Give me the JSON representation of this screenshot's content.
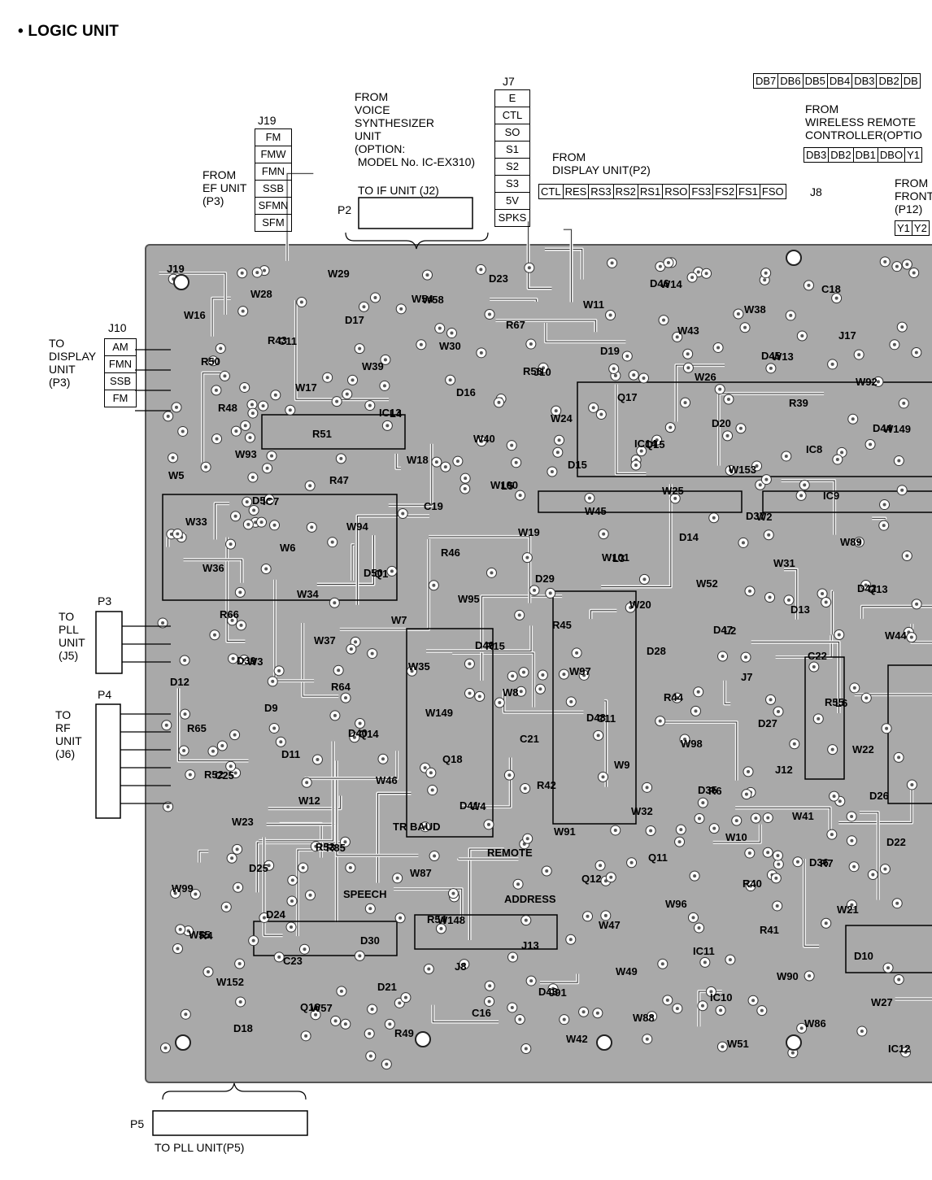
{
  "title": "• LOGIC UNIT",
  "j7": {
    "name": "J7",
    "pins": [
      "E",
      "CTL",
      "SO",
      "S1",
      "S2",
      "S3",
      "5V",
      "SPKS"
    ]
  },
  "j19": {
    "name": "J19",
    "pins": [
      "FM",
      "FMW",
      "FMN",
      "SSB",
      "SFMN",
      "SFM"
    ]
  },
  "j10": {
    "name": "J10",
    "pins": [
      "AM",
      "FMN",
      "SSB",
      "FM"
    ]
  },
  "j8_row": {
    "pins": [
      "CTL",
      "RES",
      "RS3",
      "RS2",
      "RS1",
      "RSO",
      "FS3",
      "FS2",
      "FS1",
      "FSO"
    ],
    "name": "J8"
  },
  "db_top": {
    "pins": [
      "DB7",
      "DB6",
      "DB5",
      "DB4",
      "DB3",
      "DB2",
      "DB"
    ]
  },
  "db_low": {
    "pins": [
      "DB3",
      "DB2",
      "DB1",
      "DBO",
      "Y1"
    ]
  },
  "y_row": {
    "pins": [
      "Y1",
      "Y2"
    ]
  },
  "labels": {
    "voice": "FROM\nVOICE\nSYNTHESIZER\nUNIT\n(OPTION:\n MODEL No. IC-EX310)",
    "ef": "FROM\nEF UNIT\n(P3)",
    "display_from": "FROM\nDISPLAY UNIT(P2)",
    "wireless": "FROM\nWIRELESS REMOTE\nCONTROLLER(OPTIO",
    "front": "FROM\nFRONT\n(P12)",
    "to_if": "TO IF UNIT (J2)",
    "p2": "P2",
    "to_display": "TO\nDISPLAY\nUNIT\n(P3)",
    "p3": "P3",
    "to_pll": "TO\nPLL\nUNIT\n(J5)",
    "p4": "P4",
    "to_rf": "TO\nRF\nUNIT\n(J6)",
    "p5": "P5",
    "to_pll_p5": "TO PLL UNIT(P5)"
  },
  "board_refs": [
    "J19",
    "C11",
    "L4",
    "L5",
    "L3",
    "L2",
    "L6",
    "C25",
    "R85",
    "W148",
    "J91",
    "W14",
    "W13",
    "W149",
    "IC7",
    "Q1",
    "R15",
    "C11",
    "R6",
    "R7",
    "R4",
    "W57",
    "W58",
    "J10",
    "Q15",
    "W2",
    "Q13",
    "W3",
    "Q14",
    "W4",
    "Q12",
    "IC11",
    "W86",
    "W16",
    "W17",
    "W18",
    "W19",
    "W20",
    "J7",
    "W22",
    "W23",
    "SPEECH",
    "J8",
    "W42",
    "W43",
    "R39",
    "W5",
    "W6",
    "W7",
    "W8",
    "W9",
    "W10",
    "W21",
    "W152",
    "W29",
    "W30",
    "W24",
    "W25",
    "W31",
    "W44",
    "D9",
    "W46",
    "REMOTE",
    "W47",
    "IC10",
    "C18",
    "R50",
    "R51",
    "C19",
    "D29",
    "D28",
    "D27",
    "D26",
    "D25",
    "D30",
    "C16",
    "W11",
    "W26",
    "IC8",
    "W33",
    "W34",
    "W35",
    "C21",
    "W32",
    "R40",
    "D10",
    "D18",
    "D17",
    "D16",
    "D15",
    "D14",
    "D13",
    "D12",
    "D11",
    "TR BAUD",
    "ADDRESS",
    "W49",
    "W51",
    "J17",
    "R48",
    "R47",
    "R46",
    "R45",
    "R44",
    "J12",
    "D22",
    "D24",
    "D21",
    "D23",
    "D19",
    "D20",
    "IC9",
    "W36",
    "W37",
    "W149",
    "R42",
    "Q11",
    "R41",
    "W27",
    "W28",
    "W39",
    "W40",
    "W45",
    "W52",
    "C22",
    "R65",
    "W12",
    "W87",
    "J13",
    "W88",
    "W38",
    "W92",
    "W93",
    "W94",
    "W95",
    "W97",
    "W98",
    "W41",
    "W99",
    "C23",
    "R49",
    "R67",
    "Q17",
    "W153",
    "W89",
    "R66",
    "R64",
    "Q18",
    "W91",
    "W96",
    "W90",
    "IC12",
    "R43",
    "IC13",
    "W100",
    "W101",
    "D47",
    "R55",
    "R52",
    "R53",
    "R54",
    "D43",
    "D46",
    "D45",
    "D44",
    "D5",
    "D50",
    "D49",
    "D48",
    "D35",
    "D36",
    "W55",
    "Q16",
    "W54",
    "R56",
    "IC14",
    "D37",
    "D42",
    "D39",
    "D40",
    "D41"
  ]
}
